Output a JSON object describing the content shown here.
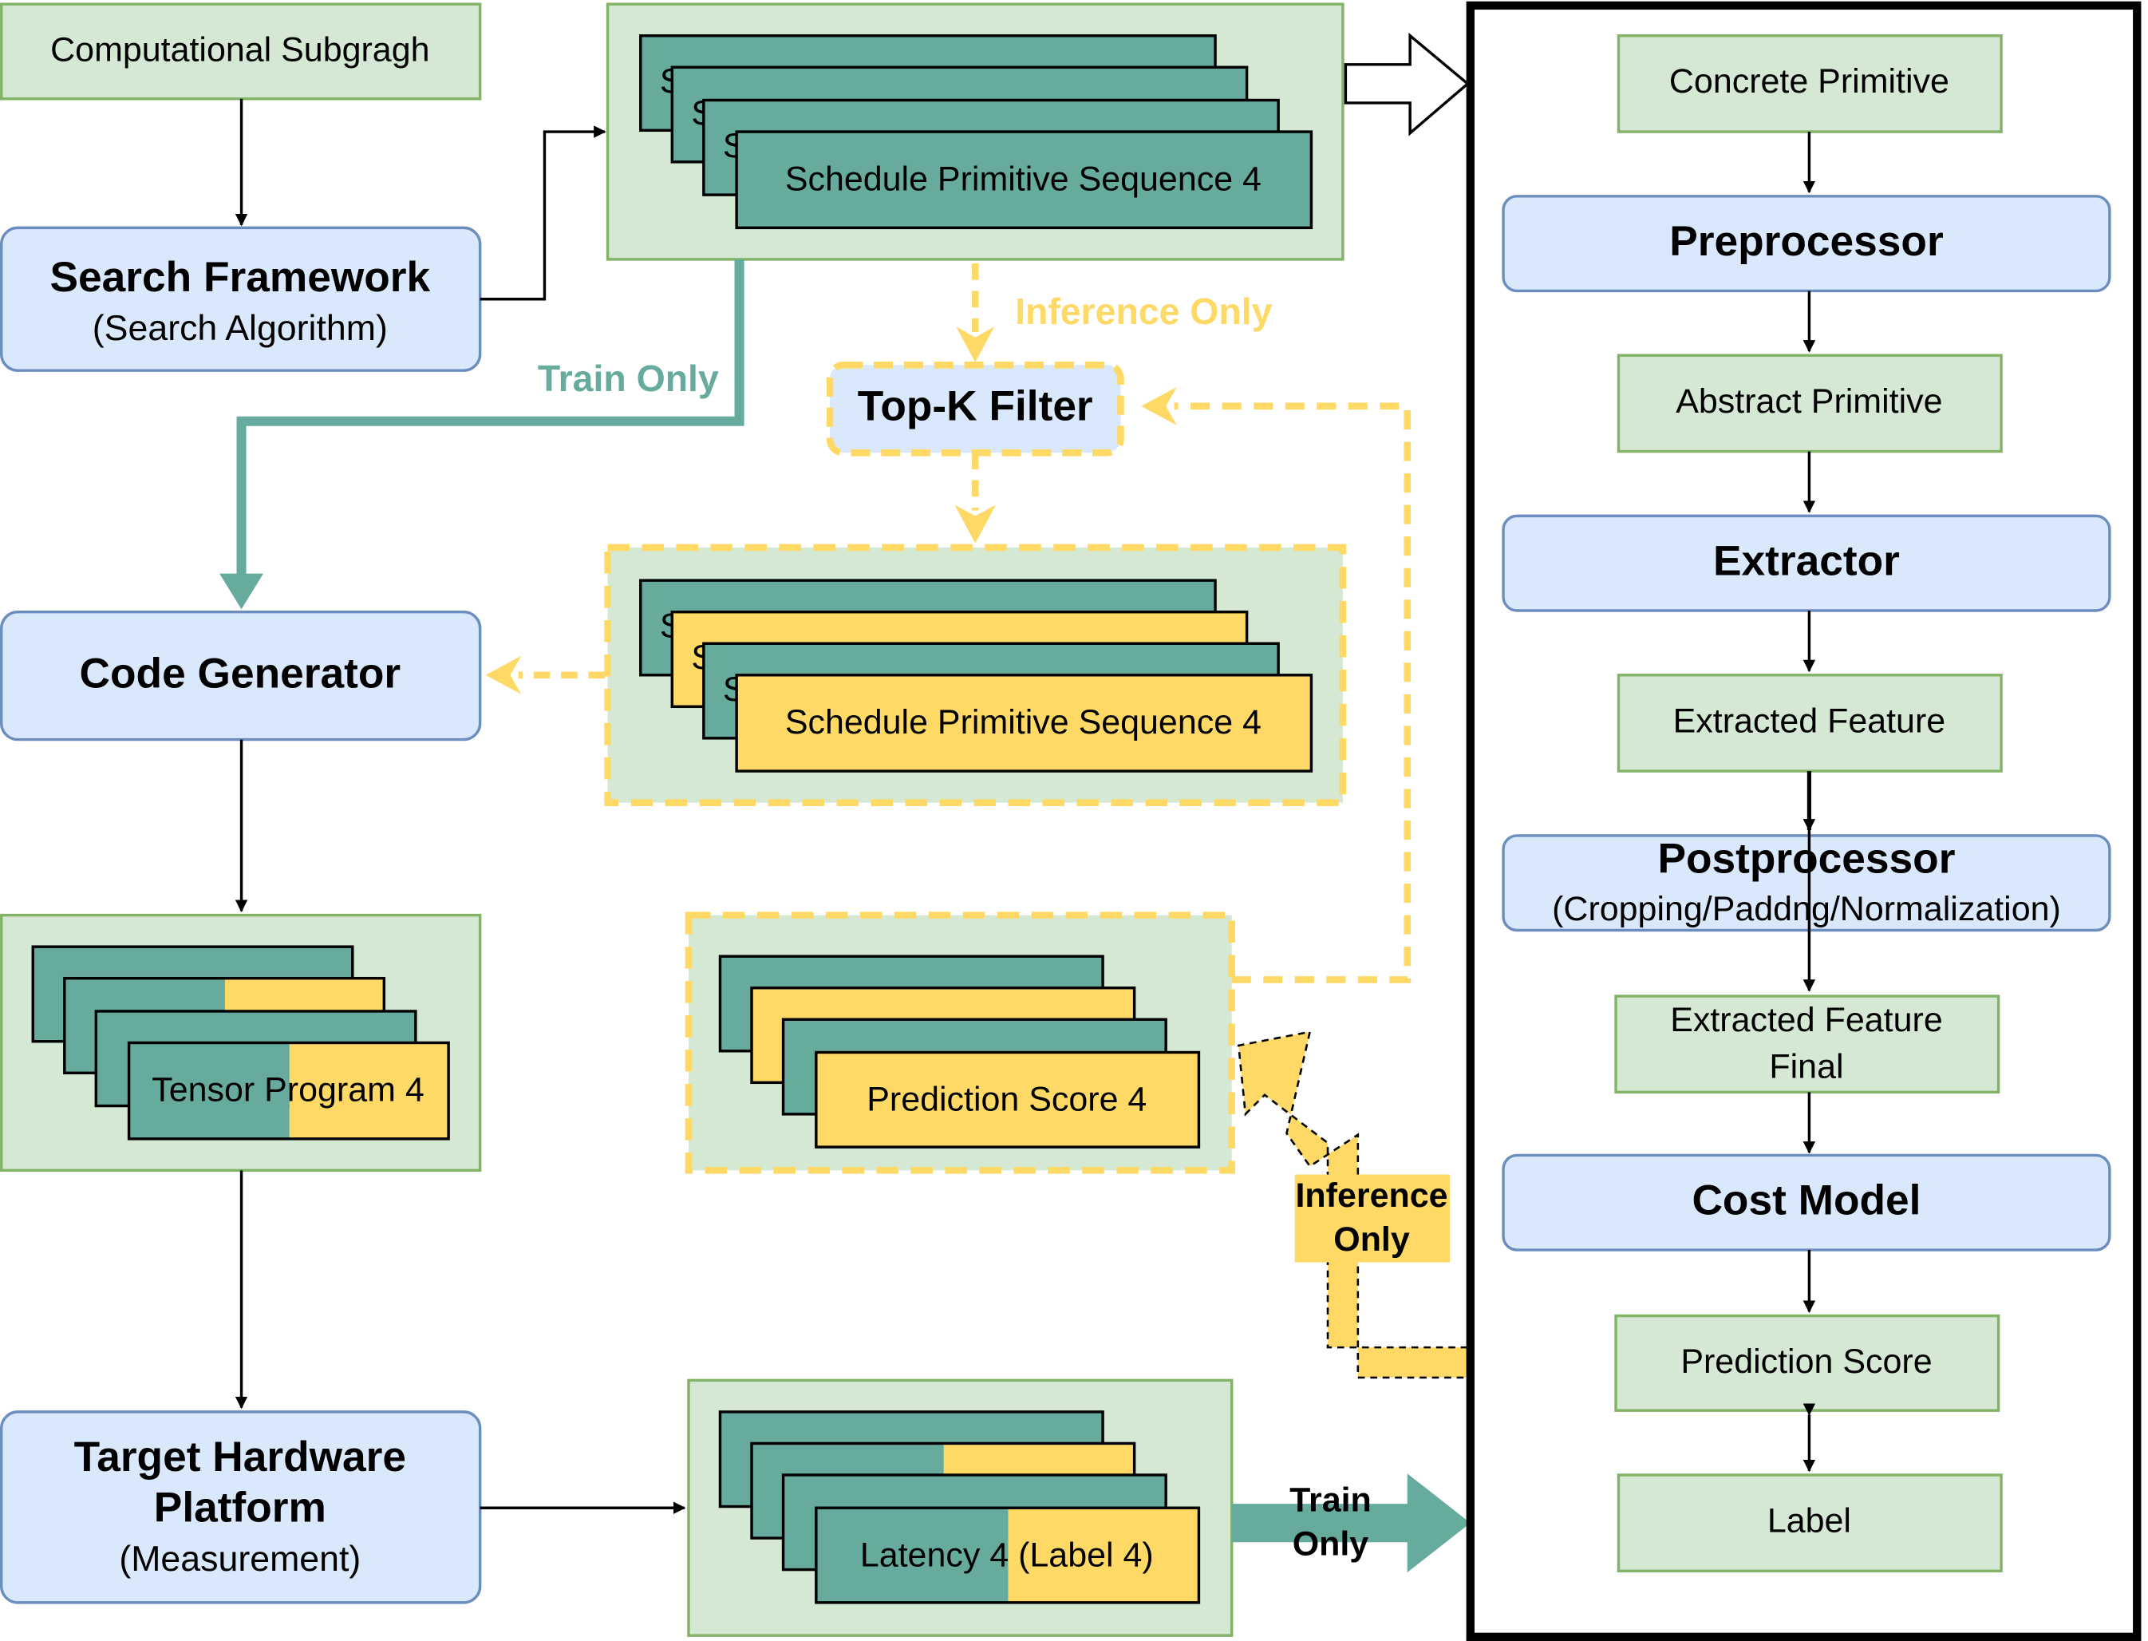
{
  "colors": {
    "green_fill": "#d5e8d4",
    "green_stroke": "#82b366",
    "blue_fill": "#dae8fc",
    "blue_stroke": "#6c8ebf",
    "teal": "#67ab9f",
    "yellow": "#ffd966",
    "yellow_dash": "#ffd966"
  },
  "left": {
    "subgraph": "Computational Subgragh",
    "search_title": "Search Framework",
    "search_sub": "(Search Algorithm)",
    "codegen": "Code Generator",
    "tensor_program": "Tensor Program 4",
    "hw_line1": "Target Hardware",
    "hw_line2": "Platform",
    "hw_sub": "(Measurement)"
  },
  "middle": {
    "seq_top": "Schedule Primitive Sequence 4",
    "seq_back_glyph": "S",
    "inference_only": "Inference Only",
    "train_only": "Train Only",
    "topk": "Top-K Filter",
    "seq_filtered": "Schedule Primitive Sequence 4",
    "prediction_score": "Prediction Score 4",
    "latency": "Latency 4 (Label 4)"
  },
  "arrows": {
    "inference_only_line1": "Inference",
    "inference_only_line2": "Only",
    "train_only_line1": "Train",
    "train_only_line2": "Only"
  },
  "right": {
    "concrete": "Concrete Primitive",
    "preprocessor": "Preprocessor",
    "abstract": "Abstract Primitive",
    "extractor": "Extractor",
    "extracted": "Extracted Feature",
    "postprocessor": "Postprocessor",
    "postprocessor_sub": "(Cropping/Paddng/Normalization)",
    "extracted_final_line1": "Extracted Feature",
    "extracted_final_line2": "Final",
    "cost_model": "Cost Model",
    "prediction_score": "Prediction Score",
    "label": "Label"
  }
}
